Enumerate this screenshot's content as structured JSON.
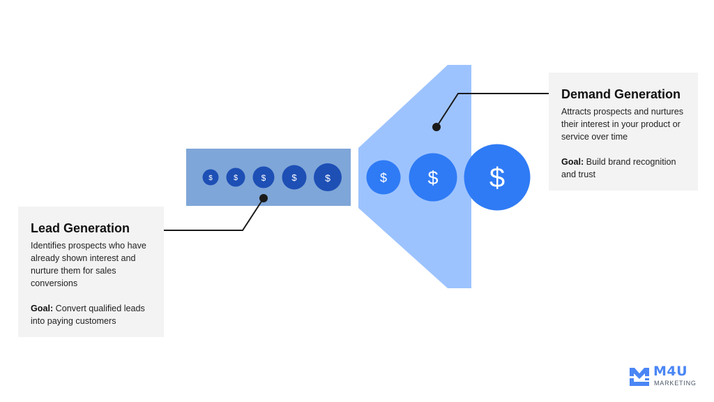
{
  "colors": {
    "lead_box": "#7fa6d8",
    "funnel": "#9dc3ff",
    "coin_dark": "#1d4fb5",
    "coin_bright": "#2f7bf5",
    "card_bg": "#f3f3f3",
    "brand": "#4a86f5"
  },
  "coins": {
    "symbol": "$"
  },
  "lead_generation": {
    "title": "Lead Generation",
    "description": "Identifies prospects who have already shown interest and nurture them for sales conversions",
    "goal_label": "Goal:",
    "goal_text": " Convert qualified leads into paying customers"
  },
  "demand_generation": {
    "title": "Demand Generation",
    "description": "Attracts prospects and nurtures their interest in your product or service over time",
    "goal_label": "Goal:",
    "goal_text": " Build brand recognition and trust"
  },
  "logo": {
    "name": "M4U",
    "tagline": "MARKETING",
    "icon": "m4u-logo-icon"
  }
}
